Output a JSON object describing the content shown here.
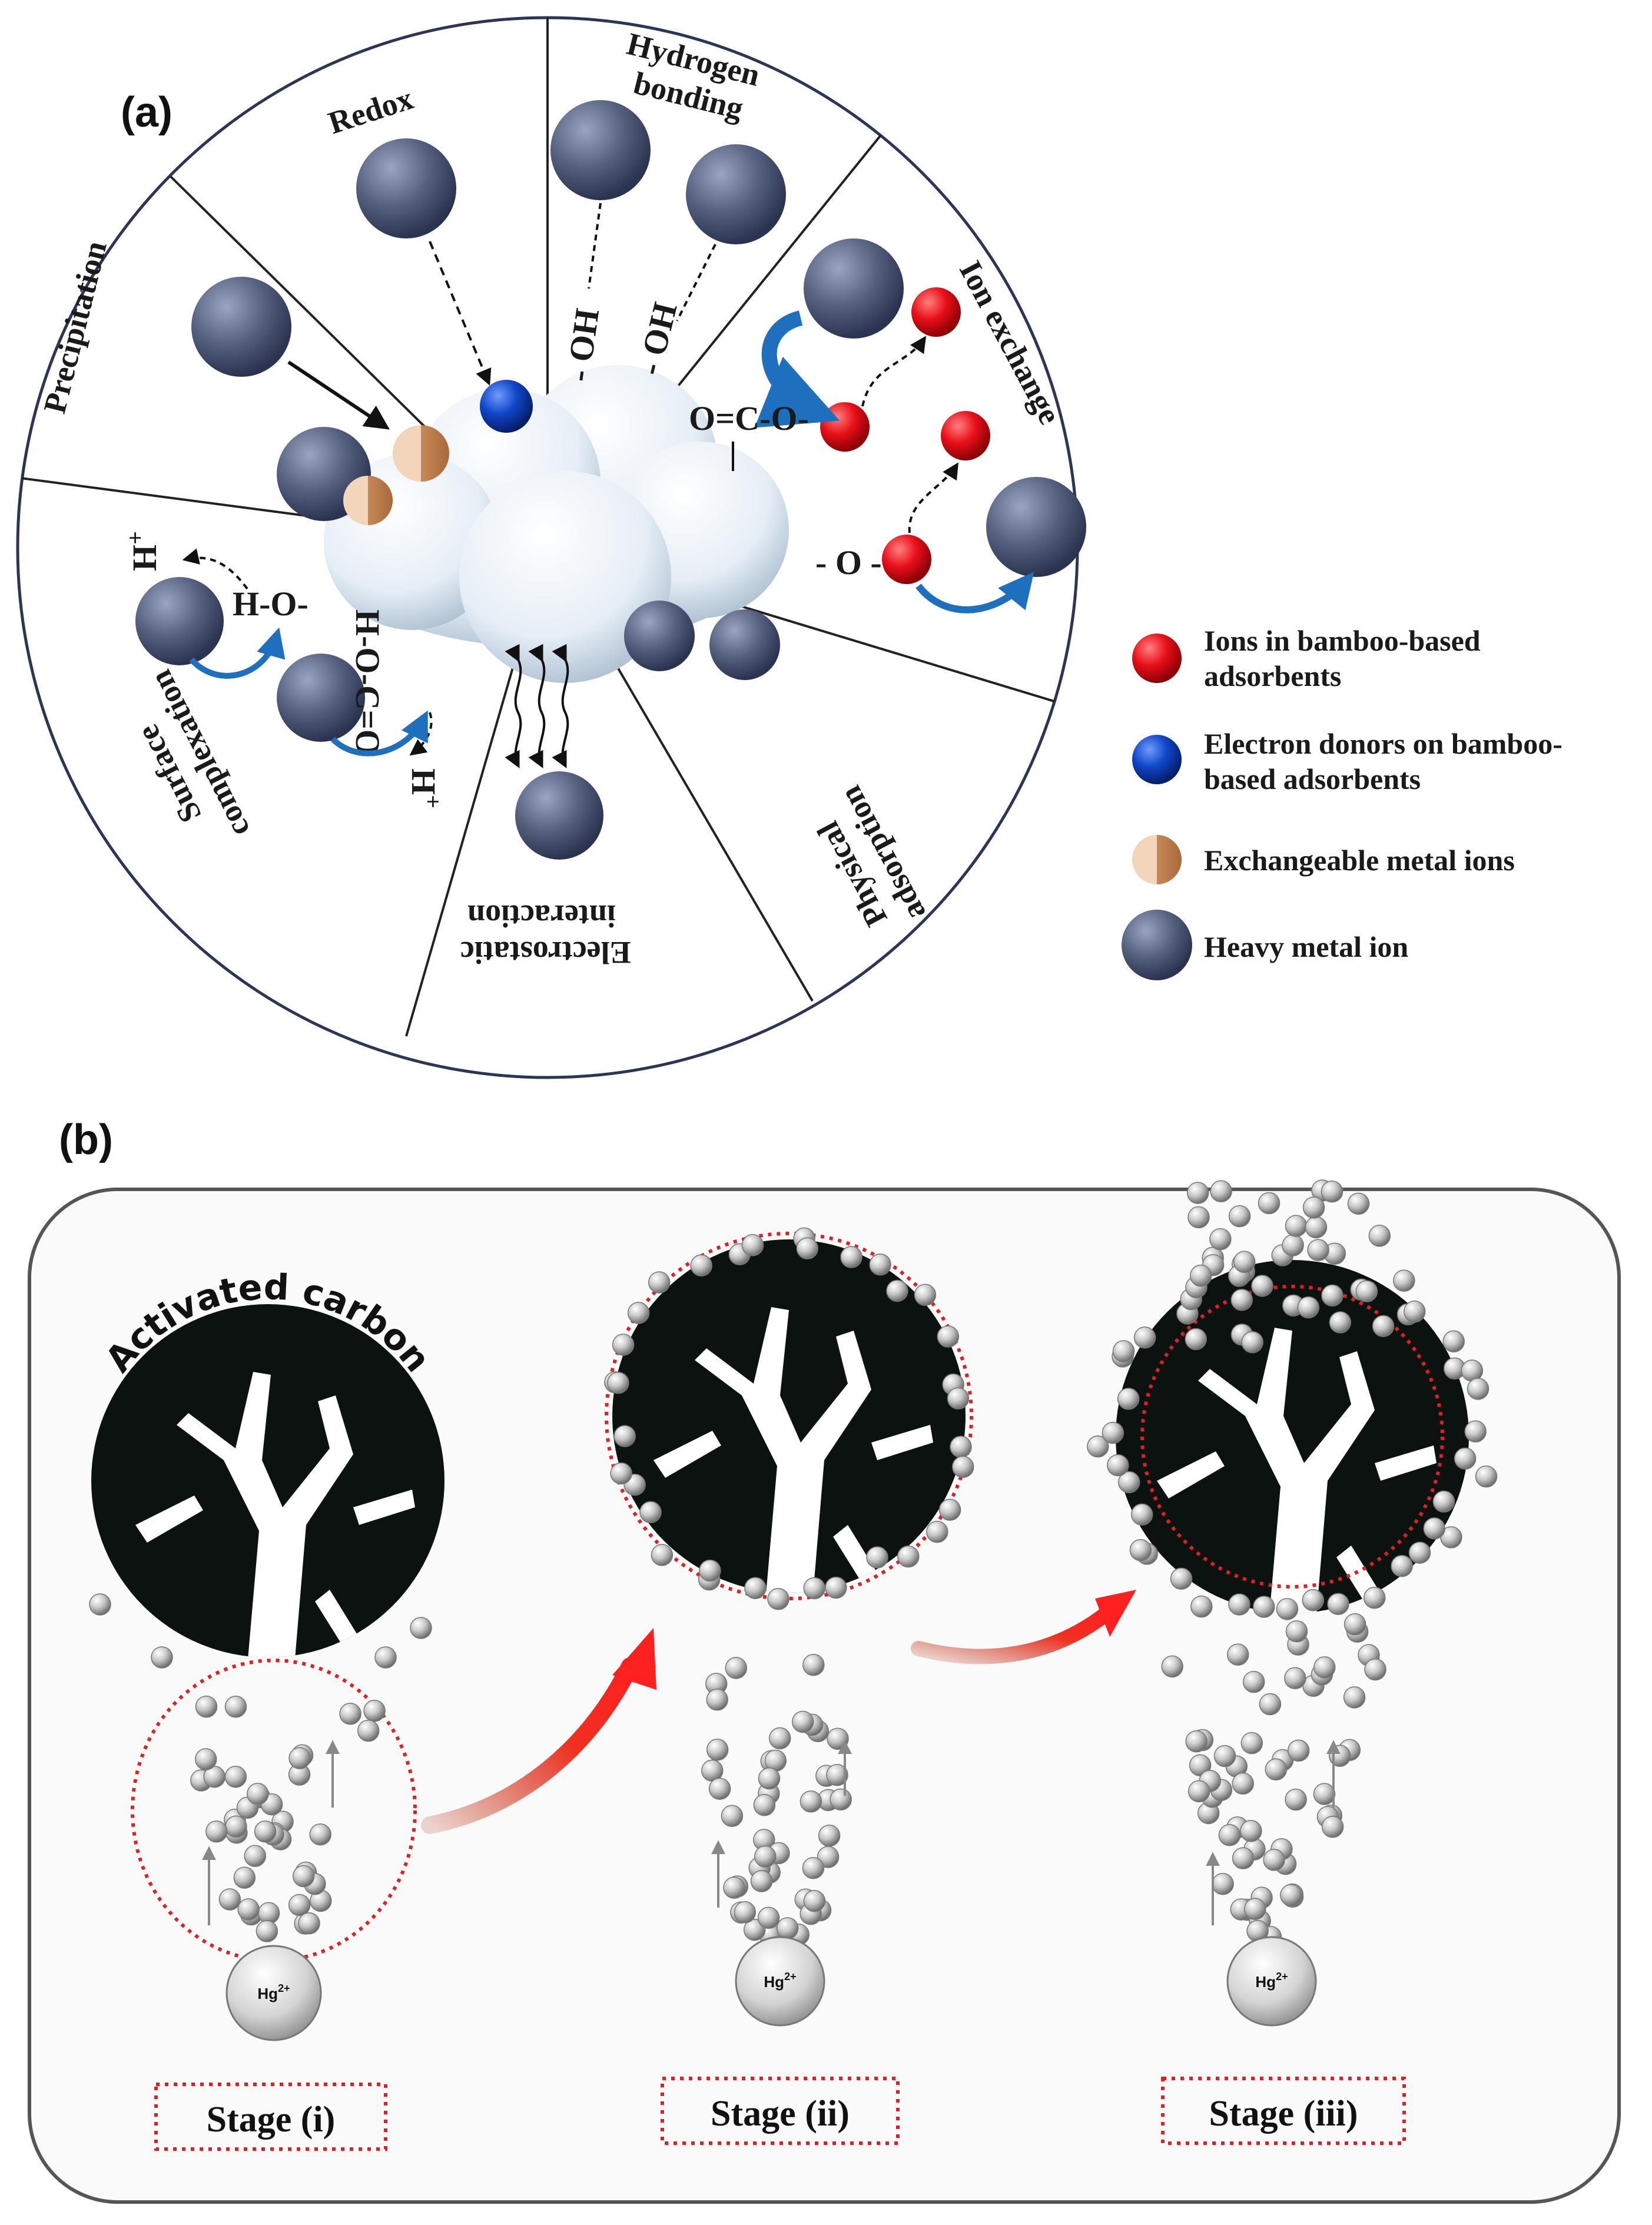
{
  "panel_a": {
    "label": "(a)",
    "segments": [
      {
        "id": "redox",
        "lines": [
          "Redox"
        ]
      },
      {
        "id": "hbond",
        "lines": [
          "Hydrogen",
          "bonding"
        ]
      },
      {
        "id": "ionex",
        "lines": [
          "Ion exchange"
        ]
      },
      {
        "id": "physads",
        "lines": [
          "Physical",
          "adsorption"
        ]
      },
      {
        "id": "electro",
        "lines": [
          "Electrostatic",
          "interaction"
        ]
      },
      {
        "id": "surfcomp",
        "lines": [
          "Surface",
          "complexation"
        ]
      },
      {
        "id": "precip",
        "lines": [
          "Precipitation"
        ]
      }
    ],
    "groups": {
      "oh1": "- OH",
      "oh2": "- OH",
      "oco": "O=C-O-",
      "o_minus": "- O -",
      "ho": "H-O-",
      "hoco": "H-O-C=O",
      "hplus1": "H+",
      "hplus2": "H+"
    },
    "legend": [
      {
        "id": "red",
        "color": "#e8101a",
        "lines": [
          "Ions in bamboo-based",
          "adsorbents"
        ]
      },
      {
        "id": "blue",
        "color": "#1046c8",
        "lines": [
          "Electron donors on bamboo-",
          "based adsorbents"
        ]
      },
      {
        "id": "tan",
        "color": "#d9a27a",
        "lines": [
          "Exchangeable metal ions"
        ]
      },
      {
        "id": "grey",
        "color": "#4b5676",
        "lines": [
          "Heavy metal ion"
        ]
      }
    ]
  },
  "panel_b": {
    "label": "(b)",
    "carbon_label": "Activated carbon",
    "hg_label": "Hg2+",
    "stages": [
      "Stage (i)",
      "Stage (ii)",
      "Stage (iii)"
    ]
  }
}
